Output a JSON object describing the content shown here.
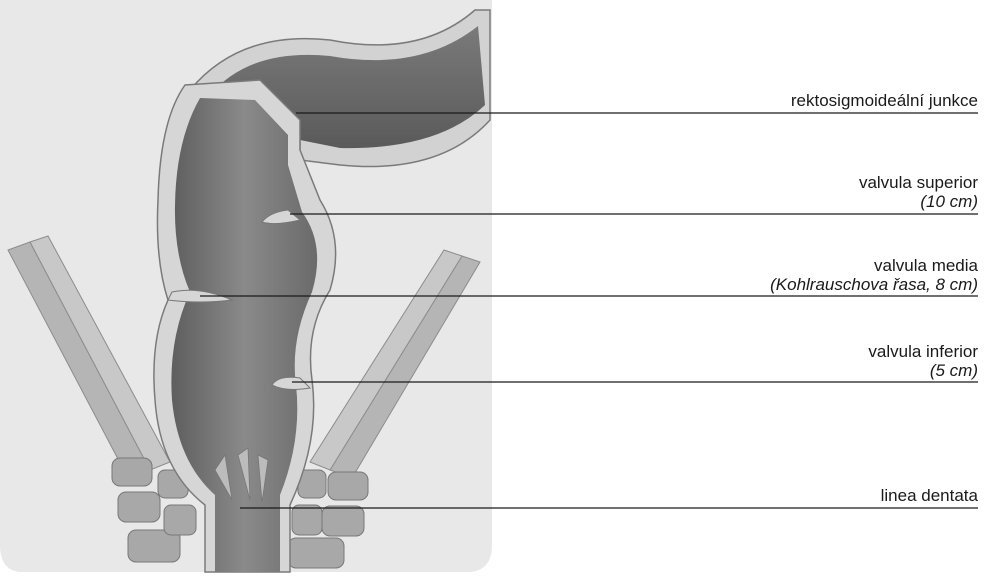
{
  "labels": [
    {
      "id": "rectosigmoid",
      "main": "rektosigmoideální junkce",
      "sub": ""
    },
    {
      "id": "valvula-superior",
      "main": "valvula superior",
      "sub": "(10 cm)"
    },
    {
      "id": "valvula-media",
      "main": "valvula media",
      "sub": "(Kohlrauschova řasa, 8 cm)"
    },
    {
      "id": "valvula-inferior",
      "main": "valvula inferior",
      "sub": "(5 cm)"
    },
    {
      "id": "linea-dentata",
      "main": "linea dentata",
      "sub": ""
    }
  ],
  "colors": {
    "panel": "#e9e9e9",
    "tissue_dark": "#6e6e6e",
    "tissue_mid": "#9a9a9a",
    "wall": "#cfcfcf",
    "muscle": "#b8b8b8",
    "line": "#1a1a1a"
  }
}
